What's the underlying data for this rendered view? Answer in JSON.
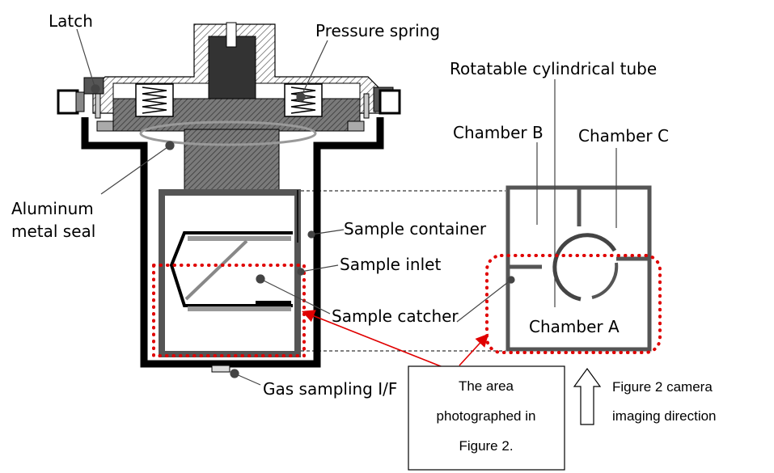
{
  "labels": {
    "latch": "Latch",
    "pressure_spring": "Pressure spring",
    "aluminum_seal_line1": "Aluminum",
    "aluminum_seal_line2": "metal seal",
    "sample_container": "Sample container",
    "sample_inlet": "Sample inlet",
    "sample_catcher": "Sample catcher",
    "gas_sampling": "Gas sampling I/F",
    "rotatable_tube": "Rotatable cylindrical tube",
    "chamber_b": "Chamber B",
    "chamber_c": "Chamber C",
    "chamber_a": "Chamber A"
  },
  "callout": {
    "line1": "The area",
    "line2": "photographed in",
    "line3": "Figure 2."
  },
  "camera_note": {
    "line1": "Figure 2 camera",
    "line2": "imaging direction"
  },
  "colors": {
    "highlight_dots": "#e00000",
    "arrow": "#e00000",
    "body": "#000000",
    "hatch_fill": "#888888",
    "chamber_walls": "#555555"
  }
}
